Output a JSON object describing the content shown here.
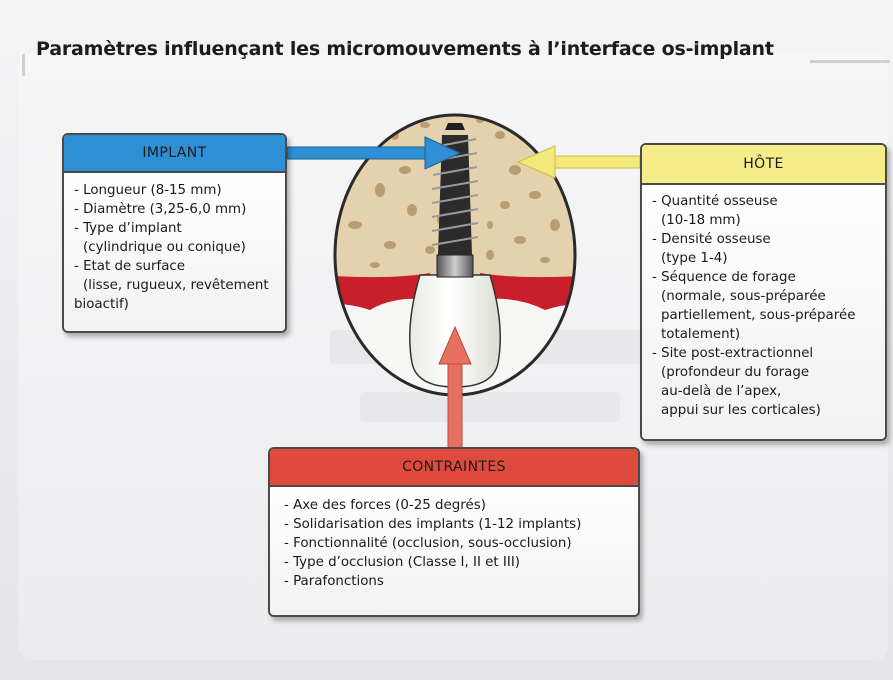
{
  "title": "Paramètres influençant les micromouvements à l’interface os-implant",
  "boxes": {
    "implant": {
      "header": "IMPLANT",
      "header_color": "#2f8fd4",
      "items": [
        "- Longueur (8-15 mm)",
        "- Diamètre (3,25-6,0 mm)",
        "- Type d’implant",
        "(cylindrique ou conique)",
        "- Etat de surface",
        "(lisse, rugueux, revêtement",
        "bioactif)"
      ]
    },
    "host": {
      "header": "HÔTE",
      "header_color": "#f6ec8a",
      "items": [
        "- Quantité osseuse",
        "(10-18 mm)",
        "- Densité osseuse",
        "(type 1-4)",
        "- Séquence de forage",
        "(normale, sous-préparée",
        "partiellement, sous-préparée",
        "totalement)",
        "- Site post-extractionnel",
        "(profondeur du forage",
        "au-delà de l’apex,",
        "appui sur les corticales)"
      ]
    },
    "constraints": {
      "header": "CONTRAINTES",
      "header_color": "#e04a3c",
      "items": [
        "- Axe des forces (0-25 degrés)",
        "- Solidarisation des implants (1-12 implants)",
        "- Fonctionnalité (occlusion, sous-occlusion)",
        "- Type d’occlusion (Classe I, II et III)",
        "- Parafonctions"
      ]
    }
  },
  "arrows": {
    "implant_color": "#2f8fd4",
    "host_color": "#f2e97a",
    "constraints_color": "#e8705f"
  },
  "colors": {
    "bone": "#e3d2ad",
    "gum": "#c81f2b",
    "crown": "#f8f8f4",
    "implant": "#2b2b2b"
  }
}
